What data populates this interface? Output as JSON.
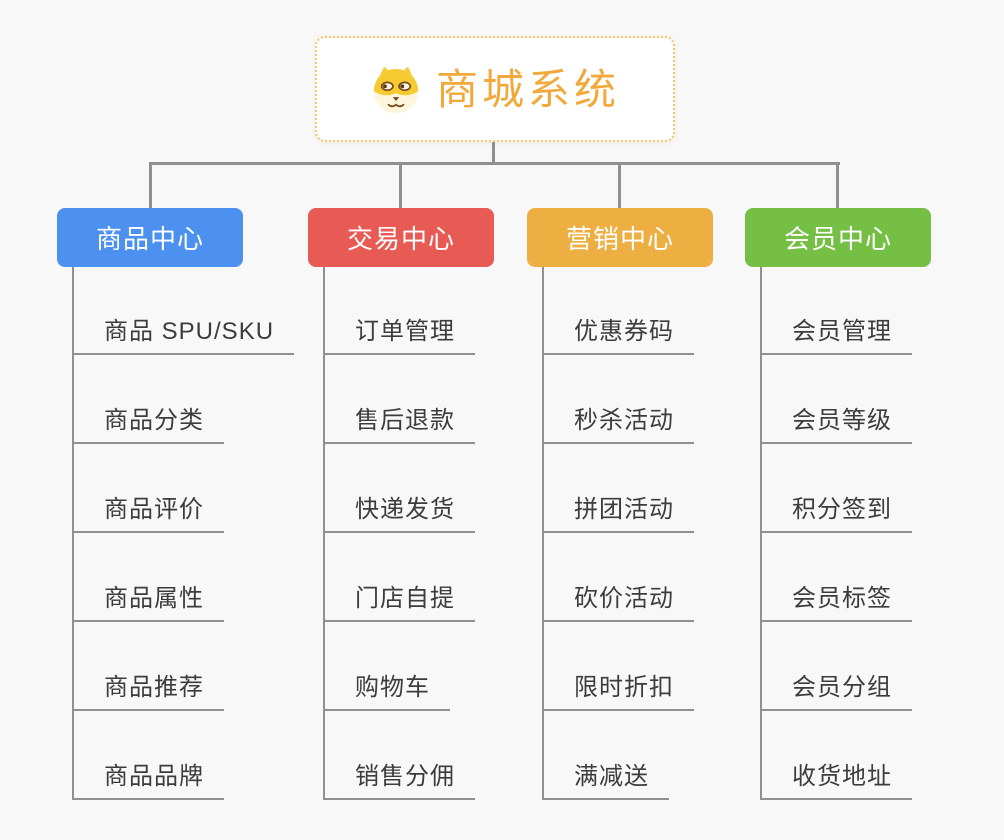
{
  "page": {
    "background_color": "#f8f8f8",
    "connector_color": "#909090",
    "item_text_color": "#3C3C3C"
  },
  "root": {
    "title": "商城系统",
    "icon": "shiba-dog-icon",
    "accent_color": "#F2A93B",
    "border_color": "#F5C36C"
  },
  "branches": [
    {
      "label": "商品中心",
      "color": "#4C90F0",
      "children": [
        "商品 SPU/SKU",
        "商品分类",
        "商品评价",
        "商品属性",
        "商品推荐",
        "商品品牌"
      ]
    },
    {
      "label": "交易中心",
      "color": "#E85B55",
      "children": [
        "订单管理",
        "售后退款",
        "快递发货",
        "门店自提",
        "购物车",
        "销售分佣"
      ]
    },
    {
      "label": "营销中心",
      "color": "#EEAF42",
      "children": [
        "优惠券码",
        "秒杀活动",
        "拼团活动",
        "砍价活动",
        "限时折扣",
        "满减送"
      ]
    },
    {
      "label": "会员中心",
      "color": "#74BF44",
      "children": [
        "会员管理",
        "会员等级",
        "积分签到",
        "会员标签",
        "会员分组",
        "收货地址"
      ]
    }
  ]
}
